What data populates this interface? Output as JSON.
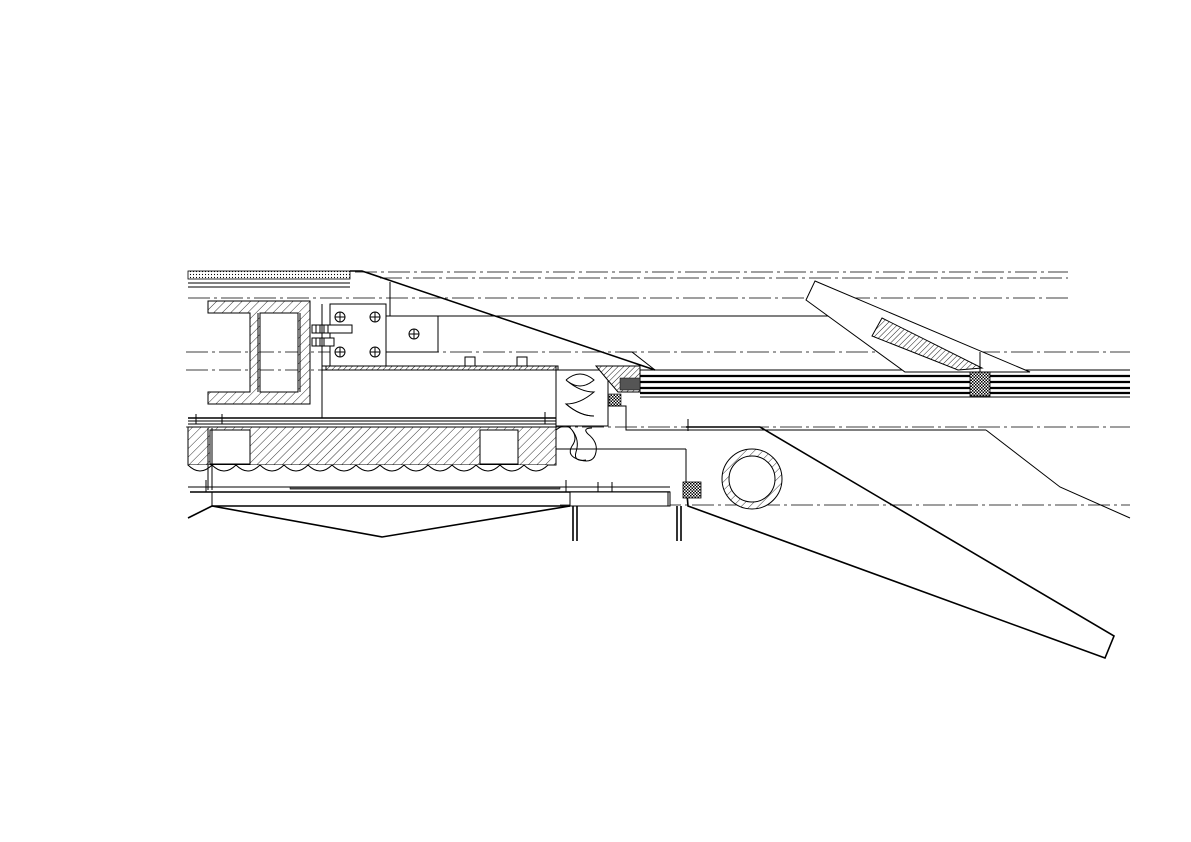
{
  "drawing": {
    "background": "#ffffff",
    "line_color": "#000000"
  },
  "components": [
    {
      "name": "i-beam-section",
      "icon": "hatched-steel-channel"
    },
    {
      "name": "bolted-bracket-plate",
      "icon": "four-bolt-plate"
    },
    {
      "name": "insulated-wall-layer",
      "icon": "cloud-pattern-insulation"
    },
    {
      "name": "rock-wool-insulation",
      "icon": "wave-pattern-insulation"
    },
    {
      "name": "glazing-panel",
      "icon": "multi-line-glass-unit"
    },
    {
      "name": "round-steel-tube",
      "icon": "hatched-circle-tube"
    },
    {
      "name": "tapered-cantilever-fin",
      "icon": "tapered-outline"
    },
    {
      "name": "sloped-louver-blade",
      "icon": "hatched-slanted-blade"
    }
  ]
}
